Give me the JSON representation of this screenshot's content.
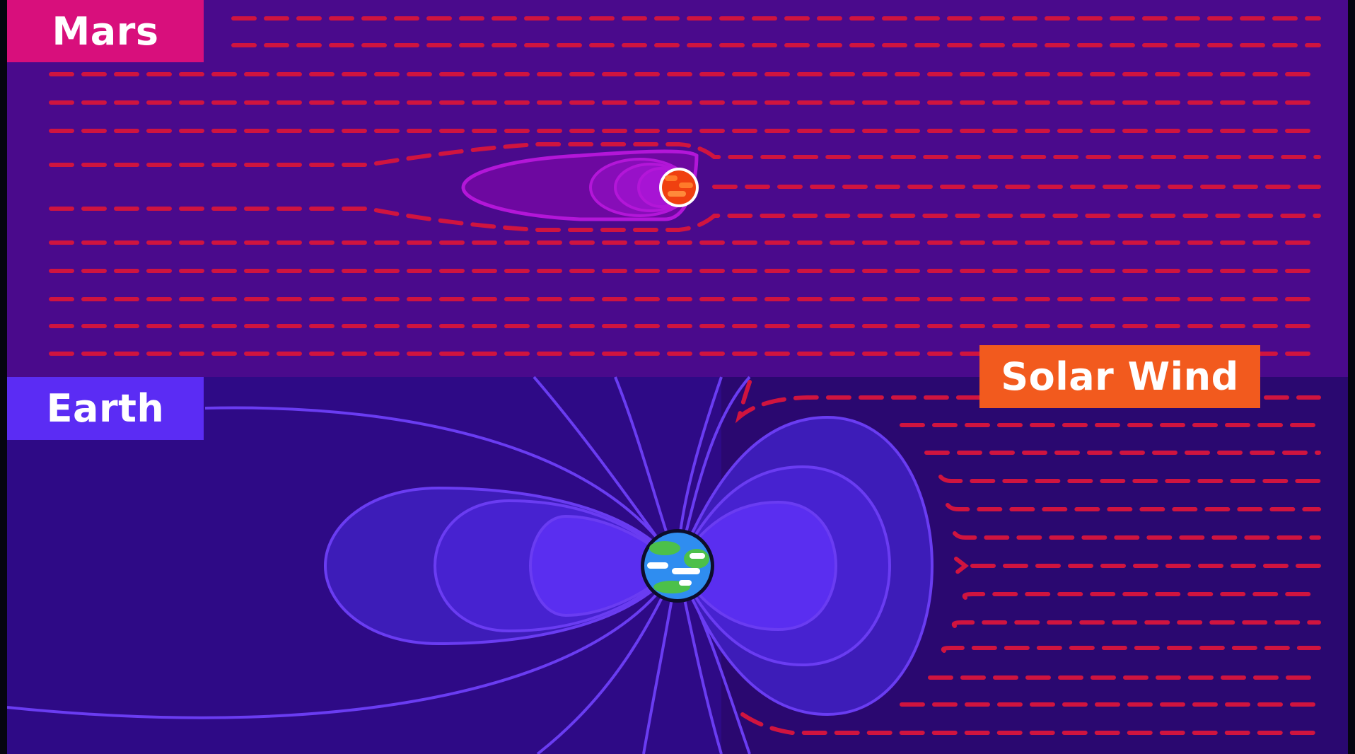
{
  "labels": {
    "mars": "Mars",
    "earth": "Earth",
    "solar_wind": "Solar Wind"
  },
  "colors": {
    "mars_panel": "#4a0a8c",
    "earth_panel": "#2e0a86",
    "earth_panel_right": "#2a0870",
    "mars_label": "#d80f7c",
    "earth_label": "#5b2cf4",
    "solar_wind_label": "#f25a1e",
    "wind_dash": "#d0143f",
    "mars_field": "#b316d8",
    "earth_field": "#6a3cf2",
    "earth_lobe": "#4b24d6"
  },
  "icons": {
    "mars_planet": "mars-planet-icon",
    "earth_planet": "earth-planet-icon"
  }
}
